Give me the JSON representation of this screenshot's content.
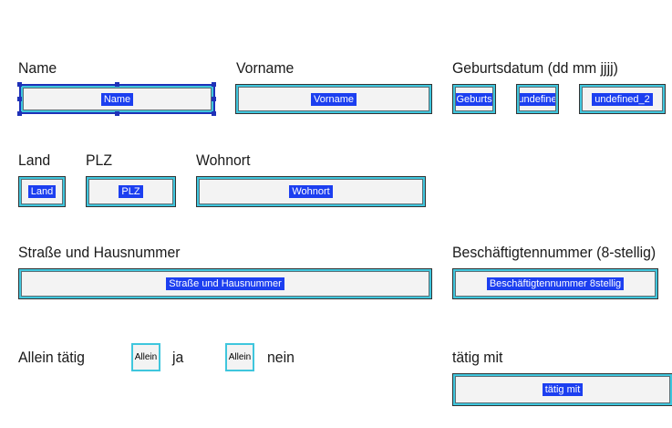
{
  "labels": {
    "name": "Name",
    "vorname": "Vorname",
    "geburtsdatum": "Geburtsdatum (dd mm jjjj)",
    "land": "Land",
    "plz": "PLZ",
    "wohnort": "Wohnort",
    "strasse": "Straße und Hausnummer",
    "beschaeftigtennummer": "Beschäftigtennummer (8-stellig)",
    "allein_taetig": "Allein tätig",
    "ja": "ja",
    "nein": "nein",
    "taetig_mit": "tätig mit"
  },
  "fields": {
    "name": "Name",
    "vorname": "Vorname",
    "geburt_tag": "Geburts",
    "geburt_monat": "undefine",
    "geburt_jahr": "undefined_2",
    "land": "Land",
    "plz": "PLZ",
    "wohnort": "Wohnort",
    "strasse": "Straße und Hausnummer",
    "beschaeftigtennummer": "Beschäftigtennummer 8stellig",
    "allein_ja": "Allein",
    "allein_nein": "Allein",
    "taetig_mit": "tätig mit"
  },
  "colors": {
    "field_border": "#3fc6dd",
    "field_tag": "#1c3ff0",
    "selection": "#1f31b8",
    "field_fill": "#f3f3f3"
  },
  "selected_field": "name"
}
